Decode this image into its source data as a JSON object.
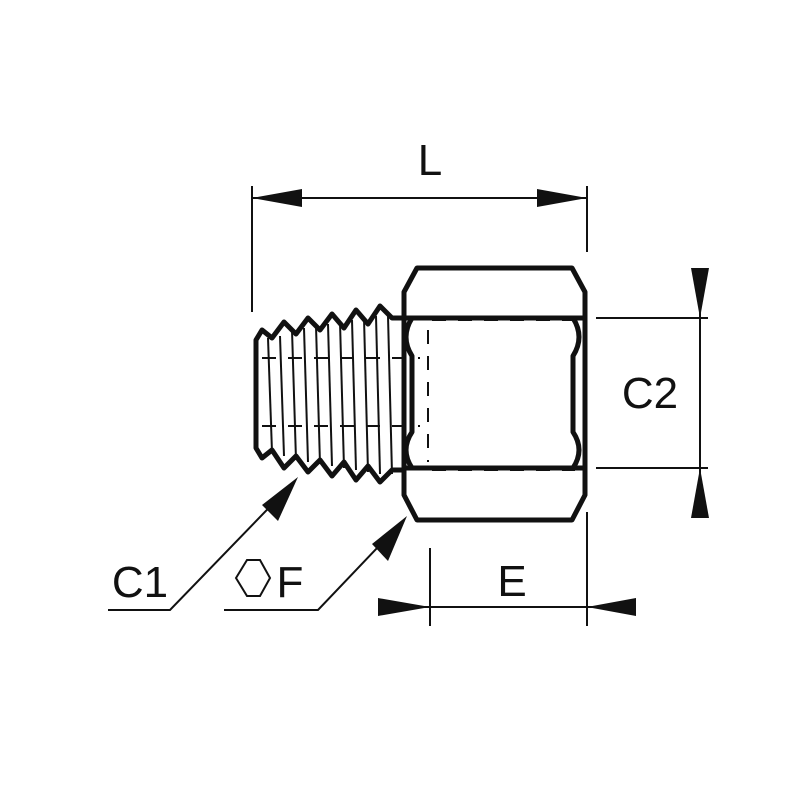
{
  "labels": {
    "length": "L",
    "female_thread": "C2",
    "male_thread": "C1",
    "hex_size": "F",
    "female_depth": "E"
  },
  "icons": {
    "hex_symbol": "hexagon-icon"
  },
  "colors": {
    "line": "#111111",
    "background": "#ffffff"
  }
}
